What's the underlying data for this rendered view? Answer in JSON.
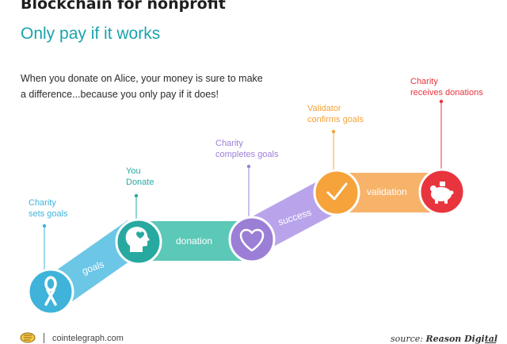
{
  "header": {
    "title": "Blockchain for nonprofit",
    "subtitle": "Only pay if it works"
  },
  "intro": {
    "line1": "When you donate on Alice, your money is sure to make",
    "line2": "a difference...because you only pay if it does!"
  },
  "steps": [
    {
      "label_line1": "Charity",
      "label_line2": "sets goals",
      "icon": "ribbon-icon",
      "color": "#3fb3d9"
    },
    {
      "label_line1": "You",
      "label_line2": "Donate",
      "icon": "head-heart-icon",
      "color": "#27a9a0"
    },
    {
      "label_line1": "Charity",
      "label_line2": "completes goals",
      "icon": "heart-icon",
      "color": "#9b7fd6"
    },
    {
      "label_line1": "Validator",
      "label_line2": "confirms goals",
      "icon": "checkmark-icon",
      "color": "#f5a33a"
    },
    {
      "label_line1": "Charity",
      "label_line2": "receives donations",
      "icon": "piggy-bank-icon",
      "color": "#e8343d"
    }
  ],
  "segments": [
    {
      "label": "goals",
      "color": "#6cc6e6"
    },
    {
      "label": "donation",
      "color": "#5cc8b8"
    },
    {
      "label": "success",
      "color": "#b9a4ec"
    },
    {
      "label": "validation",
      "color": "#f7b36a"
    }
  ],
  "footer": {
    "site": "cointelegraph.com",
    "source_prefix": "source:",
    "source_name": "Reason Digital"
  }
}
